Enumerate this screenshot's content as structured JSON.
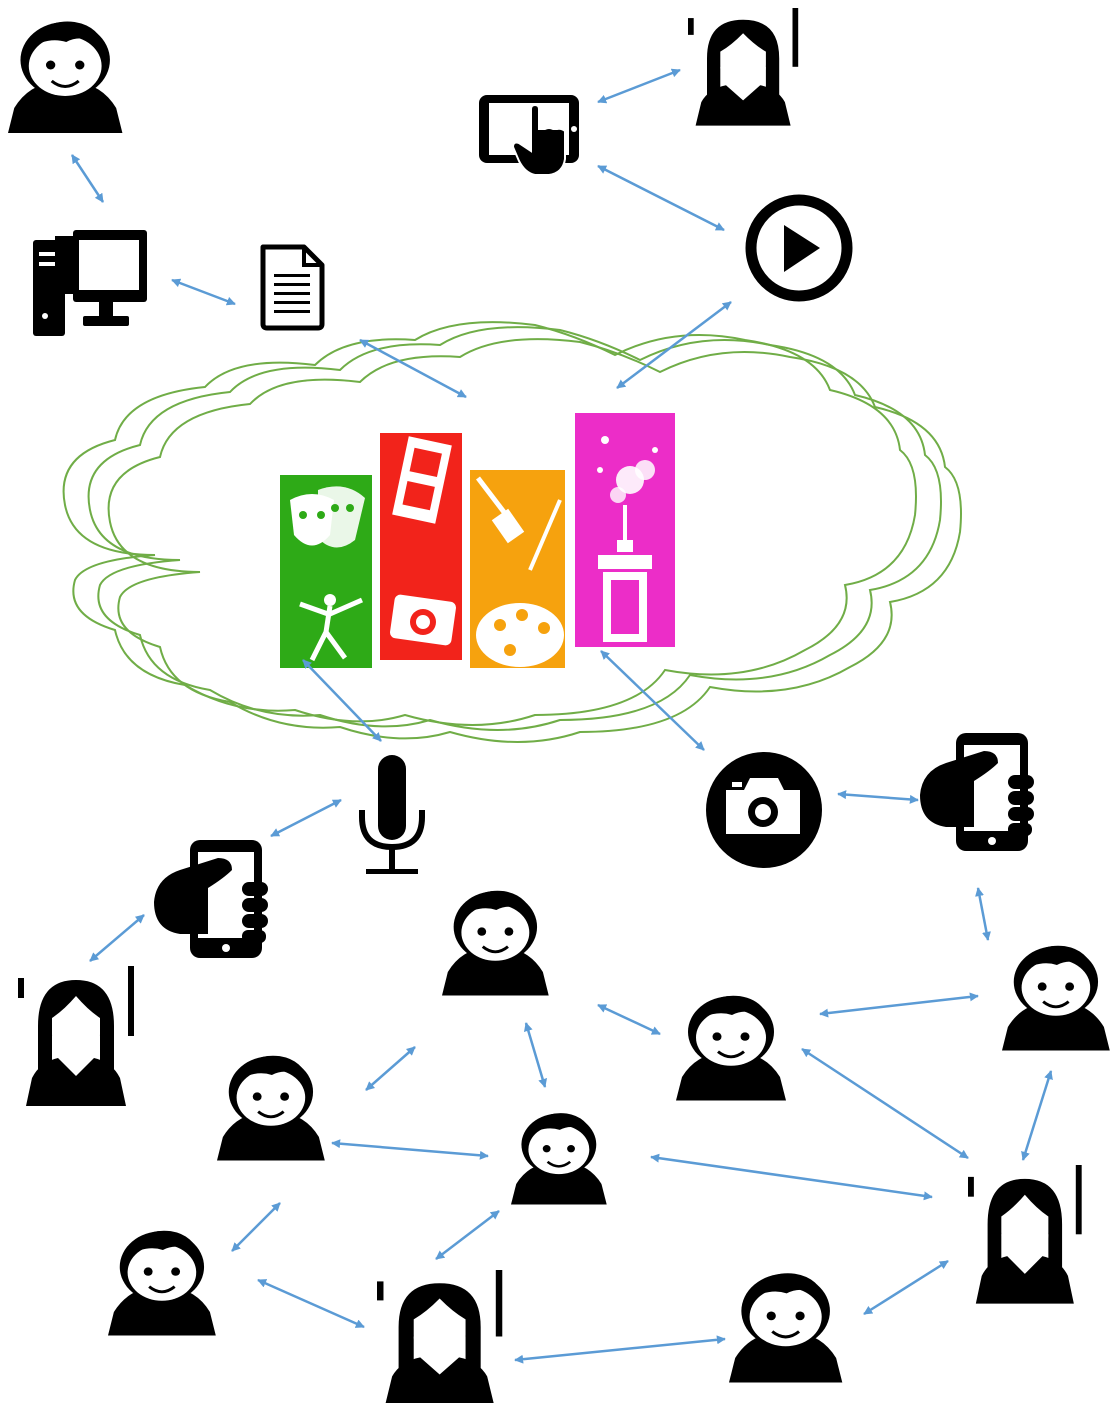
{
  "colors": {
    "background": "#ffffff",
    "icon": "#000000",
    "arrow": "#5b9bd5",
    "cloud_outline": "#70ad47",
    "panel_green": "#2eaa17",
    "panel_red": "#f2231b",
    "panel_orange": "#f6a20e",
    "panel_magenta": "#ec2dc8"
  },
  "nodes": [
    {
      "id": "man-top-left",
      "icon": "man-avatar-icon"
    },
    {
      "id": "desktop-computer",
      "icon": "desktop-computer-icon"
    },
    {
      "id": "document",
      "icon": "document-icon"
    },
    {
      "id": "tablet",
      "icon": "tablet-touch-icon"
    },
    {
      "id": "woman-top",
      "icon": "woman-avatar-icon"
    },
    {
      "id": "play-button",
      "icon": "play-circle-icon"
    },
    {
      "id": "arts-cloud",
      "icon": "cloud-icon"
    },
    {
      "id": "arts-panels",
      "icon": "arts-panels-icon"
    },
    {
      "id": "microphone",
      "icon": "microphone-icon"
    },
    {
      "id": "camera",
      "icon": "camera-icon"
    },
    {
      "id": "phone-left",
      "icon": "hand-smartphone-icon"
    },
    {
      "id": "phone-right",
      "icon": "hand-smartphone-icon"
    },
    {
      "id": "woman-left",
      "icon": "woman-avatar-icon"
    },
    {
      "id": "man-center-top",
      "icon": "man-avatar-icon"
    },
    {
      "id": "man-center-right",
      "icon": "man-avatar-icon"
    },
    {
      "id": "man-far-right",
      "icon": "man-avatar-icon"
    },
    {
      "id": "man-mid-left",
      "icon": "man-avatar-icon"
    },
    {
      "id": "man-center",
      "icon": "man-avatar-icon"
    },
    {
      "id": "woman-right",
      "icon": "woman-avatar-icon"
    },
    {
      "id": "man-bottom-left",
      "icon": "man-avatar-icon"
    },
    {
      "id": "woman-bottom",
      "icon": "woman-avatar-icon"
    },
    {
      "id": "man-bottom-right",
      "icon": "man-avatar-icon"
    }
  ],
  "edges": [
    [
      "man-top-left",
      "desktop-computer"
    ],
    [
      "desktop-computer",
      "document"
    ],
    [
      "tablet",
      "woman-top"
    ],
    [
      "tablet",
      "play-button"
    ],
    [
      "document",
      "arts-cloud"
    ],
    [
      "play-button",
      "arts-cloud"
    ],
    [
      "arts-cloud",
      "microphone"
    ],
    [
      "arts-cloud",
      "camera"
    ],
    [
      "camera",
      "phone-right"
    ],
    [
      "microphone",
      "phone-left"
    ],
    [
      "phone-left",
      "woman-left"
    ],
    [
      "phone-right",
      "man-far-right"
    ],
    [
      "man-center-top",
      "man-center-right"
    ],
    [
      "man-center-right",
      "man-far-right"
    ],
    [
      "man-center-top",
      "man-mid-left"
    ],
    [
      "man-center-top",
      "man-center"
    ],
    [
      "man-mid-left",
      "man-center"
    ],
    [
      "man-center-right",
      "woman-right"
    ],
    [
      "man-far-right",
      "woman-right"
    ],
    [
      "man-center",
      "woman-right"
    ],
    [
      "man-mid-left",
      "man-bottom-left"
    ],
    [
      "man-center",
      "woman-bottom"
    ],
    [
      "man-bottom-left",
      "woman-bottom"
    ],
    [
      "woman-bottom",
      "man-bottom-right"
    ],
    [
      "man-bottom-right",
      "woman-right"
    ]
  ]
}
